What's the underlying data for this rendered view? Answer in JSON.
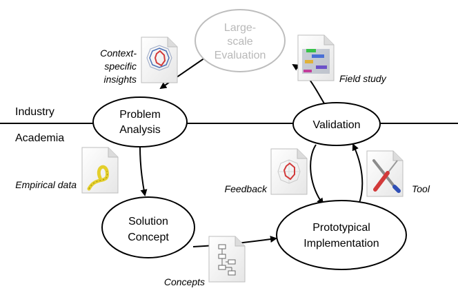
{
  "diagram": {
    "zones": {
      "industry": "Industry",
      "academia": "Academia"
    },
    "nodes": {
      "large_scale_evaluation": [
        "Large-",
        "scale",
        "Evaluation"
      ],
      "problem_analysis": [
        "Problem",
        "Analysis"
      ],
      "validation": [
        "Validation"
      ],
      "solution_concept": [
        "Solution",
        "Concept"
      ],
      "prototypical_implementation": [
        "Prototypical",
        "Implementation"
      ]
    },
    "artifacts": {
      "context_specific_insights": [
        "Context-",
        "specific",
        "insights"
      ],
      "field_study": "Field study",
      "empirical_data": "Empirical data",
      "feedback": "Feedback",
      "tool": "Tool",
      "concepts": "Concepts"
    },
    "icons": {
      "radar_chart": "radar-chart-document-icon",
      "gantt": "gantt-chart-document-icon",
      "tape": "measuring-tape-document-icon",
      "tools": "screwdriver-wrench-document-icon",
      "flowchart": "flowchart-document-icon"
    },
    "colors": {
      "stroke": "#000000",
      "muted": "#bdbdbd"
    }
  }
}
